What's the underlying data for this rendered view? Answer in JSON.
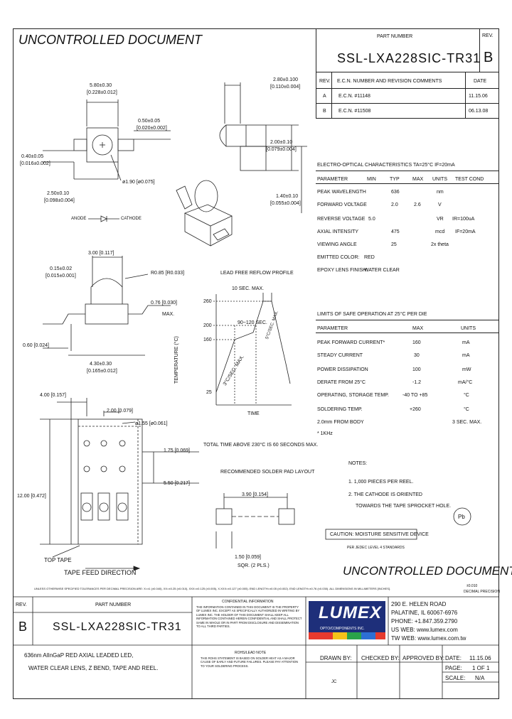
{
  "header": {
    "uncontrolled": "UNCONTROLLED DOCUMENT",
    "part_number_label": "PART NUMBER",
    "rev_label": "REV.",
    "part_number": "SSL-LXA228SIC-TR31",
    "rev": "B"
  },
  "revisions": {
    "headers": [
      "REV.",
      "E.C.N. NUMBER AND REVISION COMMENTS",
      "DATE"
    ],
    "rows": [
      [
        "A",
        "E.C.N. #11148",
        "11.15.06"
      ],
      [
        "B",
        "E.C.N. #11508",
        "06.13.08"
      ]
    ]
  },
  "dims": {
    "d1": "5.80±0.30",
    "d1b": "[0.228±0.012]",
    "d2": "0.50±0.05",
    "d2b": "[0.020±0.002]",
    "d3": "0.40±0.05",
    "d3b": "[0.016±0.002]",
    "d4": "2.50±0.10",
    "d4b": "[0.098±0.004]",
    "d5": "ø1.90 [ø0.075]",
    "d6": "2.80±0.100",
    "d6b": "[0.110±0.004]",
    "d7": "2.00±0.10",
    "d7b": "[0.079±0.004]",
    "d8": "1.40±0.10",
    "d8b": "[0.055±0.004]",
    "anode": "ANODE",
    "cathode": "CATHODE",
    "d9": "3.00 [0.117]",
    "d10": "0.15±0.02",
    "d10b": "[0.015±0.001]",
    "d11": "R0.85 [R0.033]",
    "d12": "0.76 [0.030]",
    "d12b": "MAX.",
    "d13": "0.60 [0.024]",
    "d14": "4.30±0.30",
    "d14b": "[0.165±0.012]",
    "d15": "4.00 [0.157]",
    "d16": "2.00 [0.079]",
    "d17": "ø1.55 [ø0.061]",
    "d18": "1.75 [0.069]",
    "d19": "5.50 [0.217]",
    "d20": "12.00 [0.472]",
    "top_tape": "TOP TAPE",
    "feed": "TAPE FEED DIRECTION"
  },
  "electro": {
    "title": "ELECTRO-OPTICAL CHARACTERISTICS TA=25°C  IF=20mA",
    "headers": [
      "PARAMETER",
      "MIN",
      "TYP",
      "MAX",
      "UNITS",
      "TEST COND"
    ],
    "rows": [
      [
        "PEAK WAVELENGTH",
        "",
        "636",
        "",
        "nm",
        ""
      ],
      [
        "FORWARD VOLTAGE",
        "",
        "2.0",
        "2.6",
        "V",
        ""
      ],
      [
        "REVERSE VOLTAGE",
        "5.0",
        "",
        "",
        "VR",
        "IR=100uA"
      ],
      [
        "AXIAL INTENSITY",
        "",
        "475",
        "",
        "mcd",
        "IF=20mA"
      ],
      [
        "VIEWING ANGLE",
        "",
        "25",
        "",
        "2x theta",
        ""
      ],
      [
        "EMITTED COLOR:",
        "RED",
        "",
        "",
        "",
        ""
      ],
      [
        "EPOXY LENS FINISH:",
        "WATER CLEAR",
        "",
        "",
        "",
        ""
      ]
    ]
  },
  "limits": {
    "title": "LIMITS OF SAFE OPERATION AT 25°C PER DIE",
    "headers": [
      "PARAMETER",
      "MAX",
      "UNITS"
    ],
    "rows": [
      [
        "PEAK FORWARD CURRENT*",
        "160",
        "mA"
      ],
      [
        "STEADY CURRENT",
        "30",
        "mA"
      ],
      [
        "POWER DISSIPATION",
        "100",
        "mW"
      ],
      [
        "DERATE FROM 25°C",
        "-1.2",
        "mA/°C"
      ],
      [
        "OPERATING, STORAGE TEMP.",
        "-40 TO +85",
        "°C"
      ],
      [
        "SOLDERING TEMP.",
        "+260",
        "°C"
      ],
      [
        "2.0mm FROM BODY",
        "",
        "3 SEC. MAX."
      ]
    ],
    "footnote": "* 1KHz"
  },
  "reflow": {
    "title": "LEAD FREE REFLOW PROFILE",
    "max_label": "10 SEC. MAX.",
    "window": "90~120 SEC.",
    "ylabel": "TEMPERATURE (°C)",
    "xlabel": "TIME",
    "ticks": [
      "260",
      "200",
      "160",
      "25"
    ],
    "up_rate": "3°C/SEC. MAX.",
    "down_rate": "5°C/SEC. MAX.",
    "note": "TOTAL TIME ABOVE 230°C IS 60 SECONDS MAX."
  },
  "solder": {
    "title": "RECOMMENDED SOLDER PAD LAYOUT",
    "dim": "3.90 [0.154]",
    "dim2": "1.50 [0.059]",
    "qty": "SQR. (2 PLS.)"
  },
  "notes": {
    "title": "NOTES:",
    "n1": "1. 1,000 PIECES PER REEL.",
    "n2": "2. THE CATHODE IS ORIENTED",
    "n2b": "TOWARDS THE TAPE SPROCKET HOLE."
  },
  "caution": {
    "title": "CAUTION: MOISTURE SENSITIVE DEVICE",
    "sub": "PER JEDEC LEVEL 4 STANDARDS"
  },
  "tolerance": {
    "line": "UNLESS OTHERWISE SPECIFIED TOLERANCES PER DECIMAL PRECISION ARE: X=±1 (±0.040), XX=±0.25 (±0.010), XXX=±0.125 (±0.005), X.XXX=±0.127 (±0.005). END LENGTH=±0.05 (±0.002). END LENGTH=±0.76 (±0.030). ALL DIMENSIONS IN MILLIMETERS [INCHES].",
    "right": "±0.010",
    "right2": "DECIMAL PRECISION"
  },
  "footer": {
    "rev_label": "REV.",
    "part_label": "PART NUMBER",
    "rev": "B",
    "part": "SSL-LXA228SIC-TR31",
    "confidential_title": "CONFIDENTIAL INFORMATION",
    "confidential": "THE INFORMATION CONTAINED IN THIS DOCUMENT IS THE PROPERTY OF LUMEX INC. EXCEPT AS SPECIFICALLY AUTHORIZED IN WRITING BY LUMEX INC. THE HOLDER OF THIS DOCUMENT SHALL KEEP ALL INFORMATION CONTAINED HEREIN CONFIDENTIAL AND SHALL PROTECT SAME IN WHOLE OR IN PART FROM DISCLOSURE AND DISSEMINATION TO ALL THIRD PARTIES.",
    "logo": "LUMEX",
    "logo_sub": "OPTO/COMPONENTS INC.",
    "address": [
      "290 E. HELEN ROAD",
      "PALATINE, IL 60067-6976",
      "PHONE: +1.847.359.2790",
      "US WEB: www.lumex.com",
      "TW WEB: www.lumex.com.tw"
    ],
    "desc1": "636nm AlInGaP RED AXIAL LEADED LED,",
    "desc2": "WATER CLEAR LENS, Z BEND, TAPE AND REEL.",
    "rohs_title": "ROHS/LEAD NOTE",
    "rohs": "THIS ROHS STATEMENT IS BASED ON SOLDER HEAT AS A MAJOR CAUSE OF EARLY AND FUTURE FAILURES. PLEASE PAY ATTENTION TO YOUR SOLDERING PROCESS.",
    "drawn_by": "DRAWN BY:",
    "checked_by": "CHECKED BY:",
    "approved_by": "APPROVED BY:",
    "drawn_init": "JC",
    "date_label": "DATE:",
    "date": "11.15.06",
    "page_label": "PAGE:",
    "page": "1 OF 1",
    "scale_label": "SCALE:",
    "scale": "N/A"
  },
  "bottom_uncontrolled": "UNCONTROLLED DOCUMENT",
  "rohs_mark": "Pb"
}
